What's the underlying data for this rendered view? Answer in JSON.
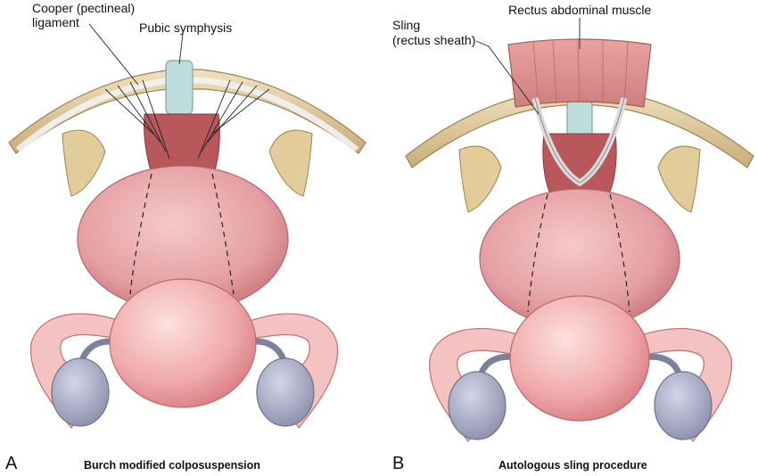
{
  "panels": [
    {
      "letter": "A",
      "caption": "Burch modified colposuspension",
      "labels": {
        "cooper_line1": "Cooper (pectineal)",
        "cooper_line2": "ligament",
        "pubic_symphysis": "Pubic symphysis"
      }
    },
    {
      "letter": "B",
      "caption": "Autologous sling procedure",
      "labels": {
        "sling_line1": "Sling",
        "sling_line2": "(rectus sheath)",
        "rectus": "Rectus abdominal muscle"
      }
    }
  ],
  "colors": {
    "bone": "#e6d3a8",
    "bone_shade": "#c9ad77",
    "ligament": "#eeeeee",
    "symphysis": "#bfdcdc",
    "bladder": "#e7a1a4",
    "uterus": "#f0abad",
    "tube": "#f4c2c0",
    "ovary": "#a9acc6",
    "urethra": "#b9585b",
    "muscle": "#dc8f8c"
  }
}
